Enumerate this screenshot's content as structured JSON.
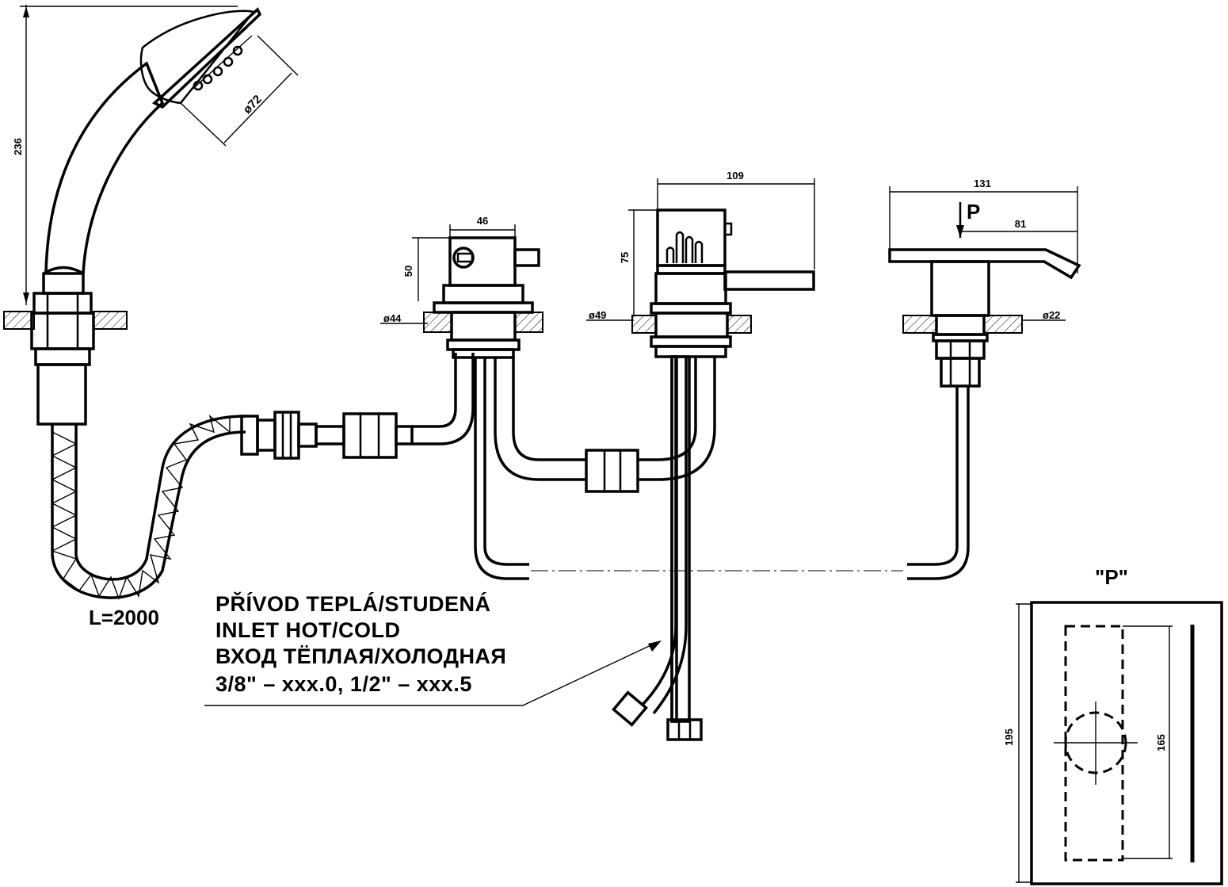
{
  "dimensions": {
    "shower_height": "236",
    "shower_head_diameter": "ø72",
    "hose_length": "L=2000",
    "diverter_width": "46",
    "diverter_height": "50",
    "diverter_hole": "ø44",
    "mixer_width": "109",
    "mixer_height": "75",
    "mixer_hole": "ø49",
    "spout_length": "131",
    "spout_offset": "81",
    "spout_hole": "ø22",
    "view_marker": "P",
    "detail_title": "\"P\"",
    "detail_outer": "195",
    "detail_inner": "165"
  },
  "note": {
    "line1": "PŘÍVOD TEPLÁ/STUDENÁ",
    "line2": "INLET HOT/COLD",
    "line3": "ВХОД ТЁПЛАЯ/ХОЛОДНАЯ",
    "line4": "3/8\" – xxx.0, 1/2\" – xxx.5"
  }
}
